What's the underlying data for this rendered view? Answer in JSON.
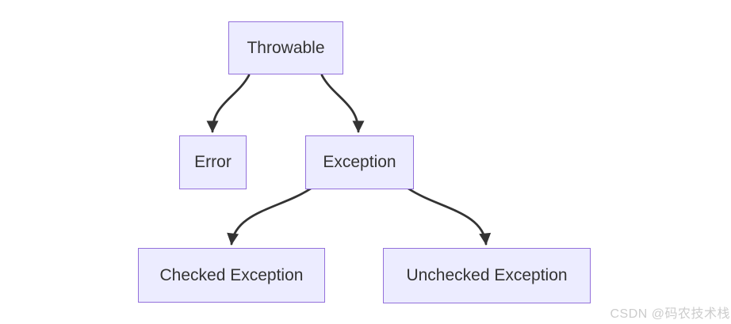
{
  "diagram": {
    "type": "flowchart",
    "direction": "top-down",
    "nodes": [
      {
        "id": "throwable",
        "label": "Throwable"
      },
      {
        "id": "error",
        "label": "Error"
      },
      {
        "id": "exception",
        "label": "Exception"
      },
      {
        "id": "checked",
        "label": "Checked Exception"
      },
      {
        "id": "unchecked",
        "label": "Unchecked Exception"
      }
    ],
    "edges": [
      {
        "from": "throwable",
        "to": "error",
        "style": "curved-arrow"
      },
      {
        "from": "throwable",
        "to": "exception",
        "style": "curved-arrow"
      },
      {
        "from": "exception",
        "to": "checked",
        "style": "curved-arrow"
      },
      {
        "from": "exception",
        "to": "unchecked",
        "style": "curved-arrow"
      }
    ],
    "colors": {
      "node_fill": "#ECECFF",
      "node_border": "#9370DB",
      "node_text": "#333333",
      "edge": "#333333",
      "background": "#FFFFFF",
      "watermark_text_color": "#CCCCCC"
    }
  },
  "watermark": {
    "text": "CSDN @码农技术栈"
  }
}
